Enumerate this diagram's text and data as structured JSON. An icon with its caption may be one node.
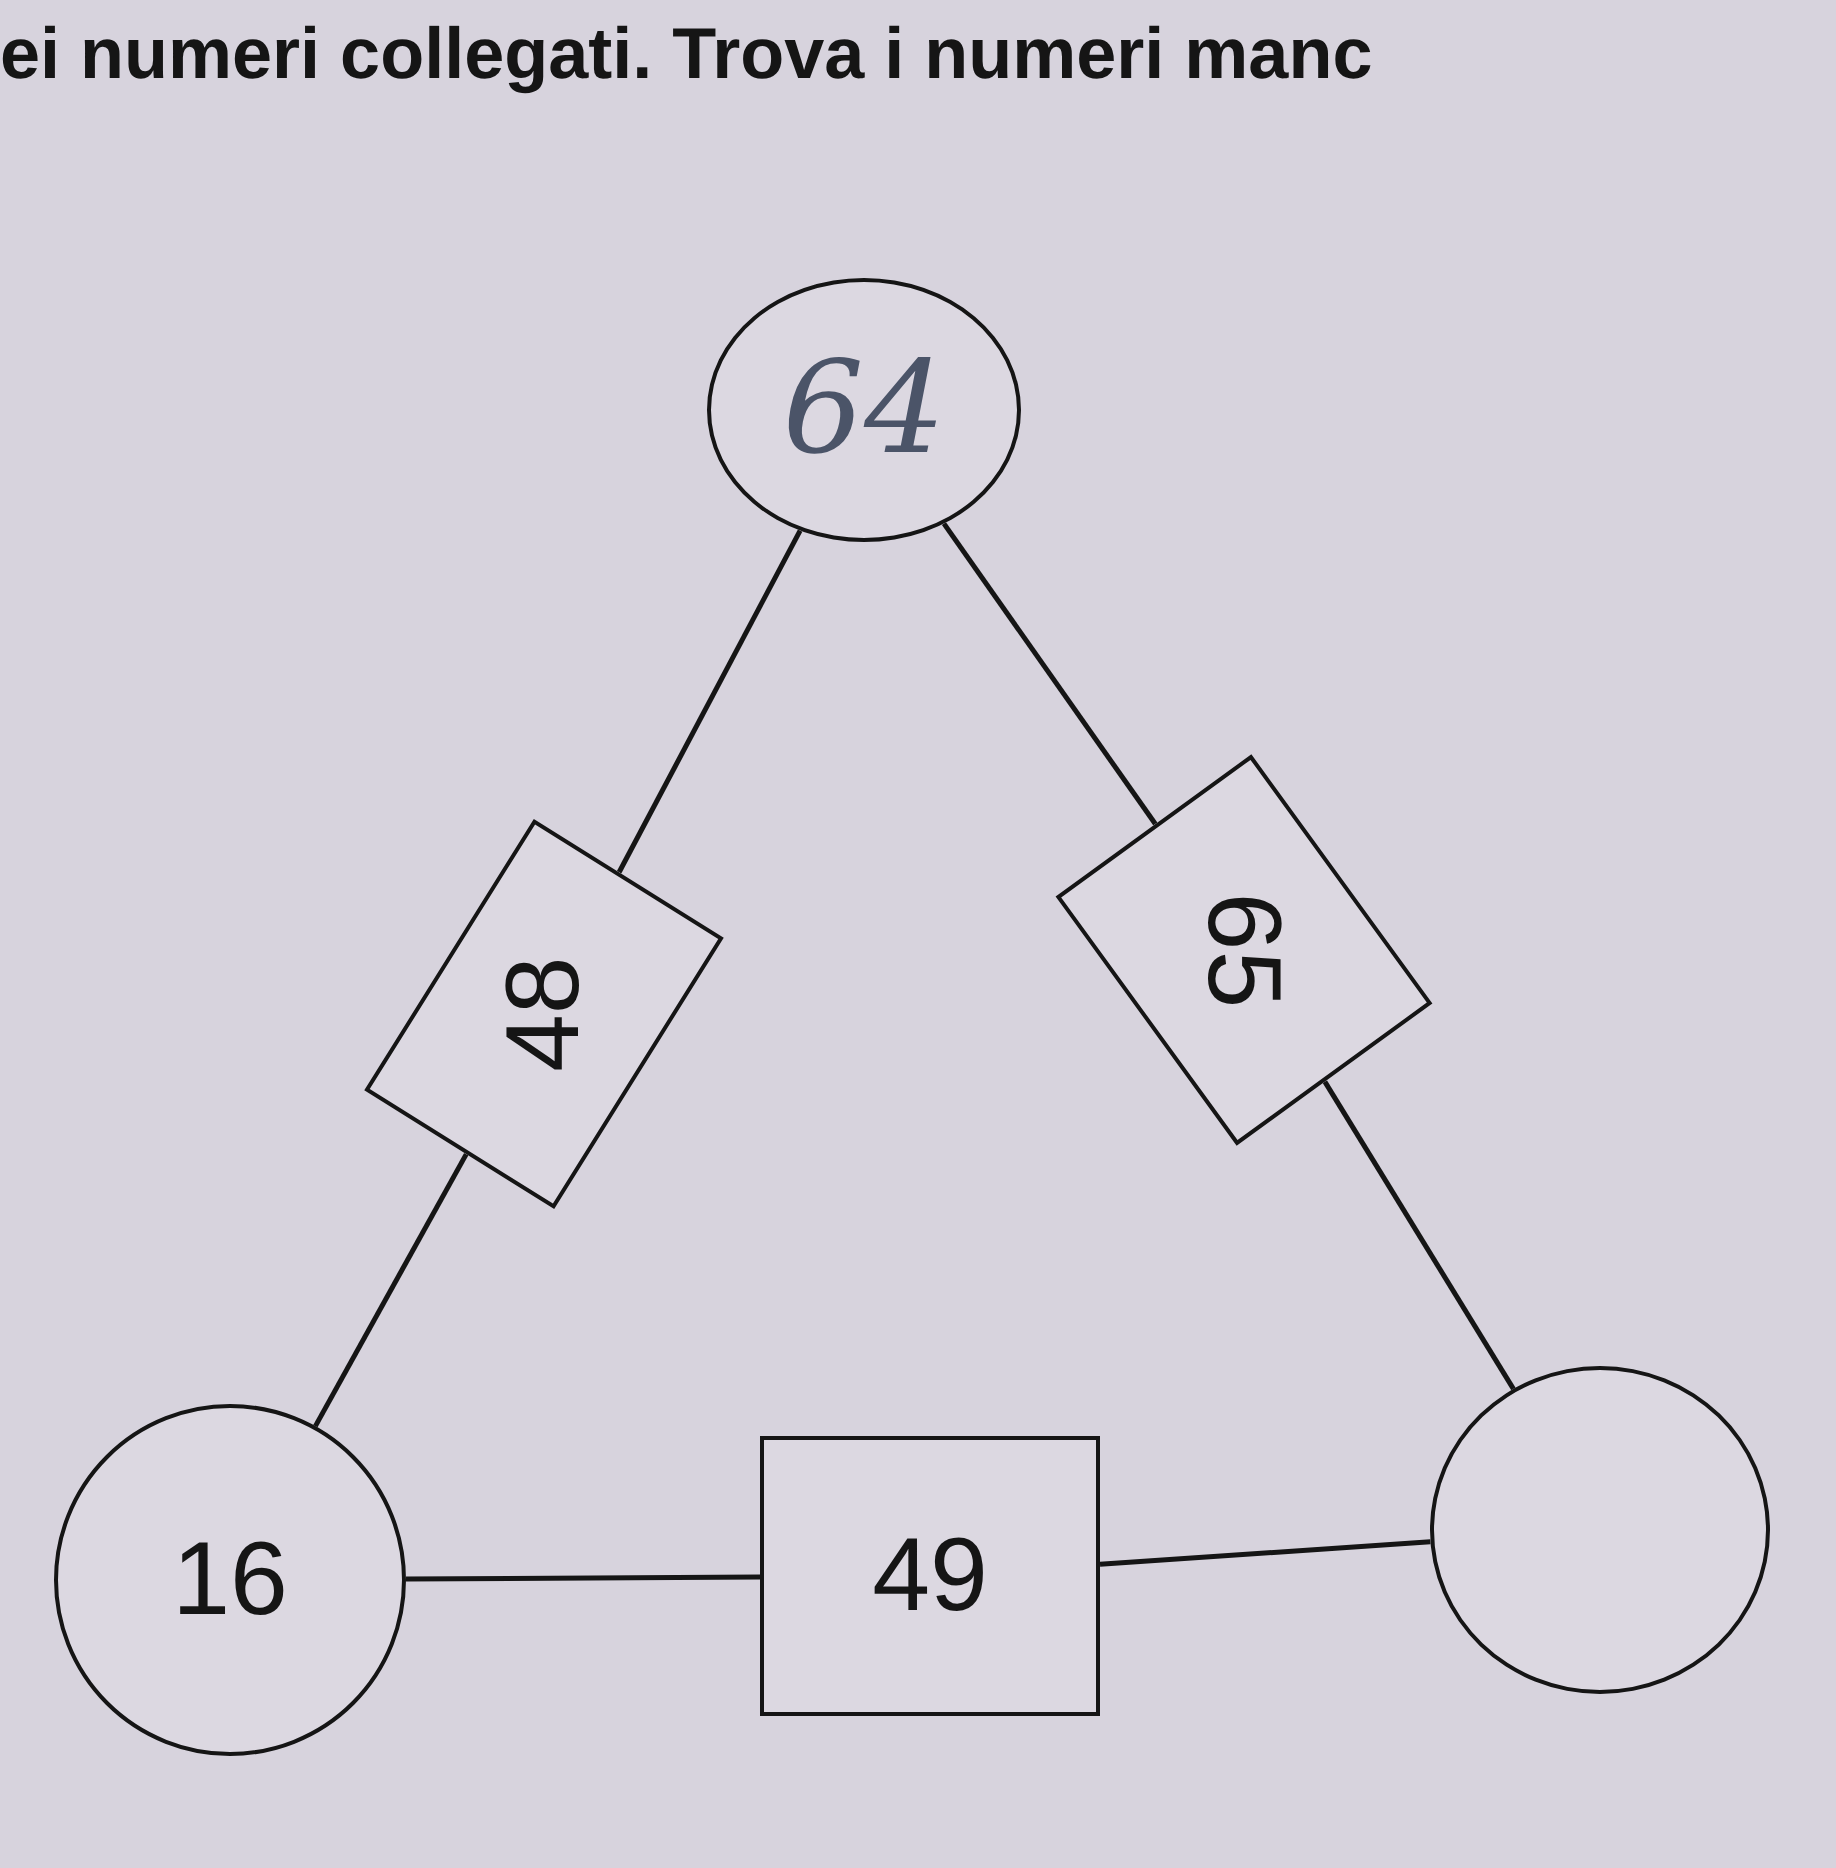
{
  "diagram": {
    "title": "ei numeri collegati. Trova i numeri manc",
    "nodes": [
      {
        "text": [
          "64"
        ]
      },
      {
        "text": [
          "48"
        ]
      },
      {
        "text": [
          "65"
        ]
      },
      {
        "text": [
          "16"
        ]
      },
      {
        "text": [
          "49"
        ]
      },
      {
        "text": [],
        "shape": "circle"
      }
    ],
    "edges": [
      {
        "from": 0,
        "to": 1,
        "arrow": "none"
      },
      {
        "from": 1,
        "to": 3,
        "arrow": "none"
      },
      {
        "from": 0,
        "to": 2,
        "arrow": "none"
      },
      {
        "from": 2,
        "to": 5,
        "arrow": "none"
      },
      {
        "from": 3,
        "to": 4,
        "arrow": "none"
      },
      {
        "from": 4,
        "to": 5,
        "arrow": "none"
      }
    ]
  }
}
